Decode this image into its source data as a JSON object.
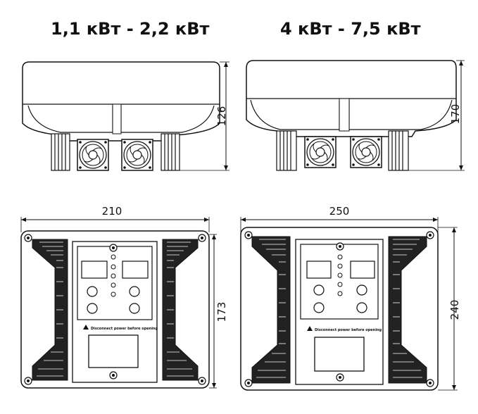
{
  "left": {
    "title": "1,1 кВт - 2,2 кВт",
    "side_height": "126",
    "front_width": "210",
    "front_height": "173",
    "warning": "Disconnect power before opening"
  },
  "right": {
    "title": "4 кВт - 7,5 кВт",
    "side_height": "170",
    "front_width": "250",
    "front_height": "240",
    "warning": "Disconnect power before opening"
  },
  "colors": {
    "line": "#111111",
    "panel_fill": "#ffffff",
    "dark": "#222222"
  }
}
